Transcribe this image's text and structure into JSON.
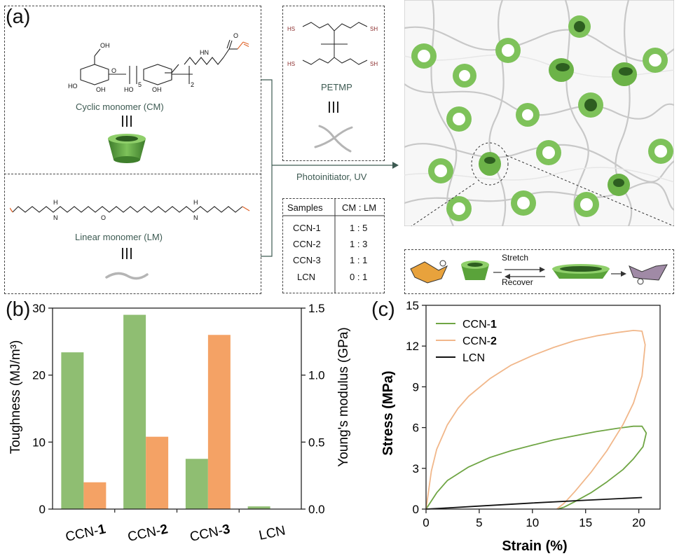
{
  "panel_a": {
    "letter": "(a)",
    "cyclic_monomer_label": "Cyclic monomer (CM)",
    "linear_monomer_label": "Linear monomer (LM)",
    "crosslinker_label": "PETMP",
    "reaction_label": "Photoinitiator, UV",
    "stretch_label": "Stretch",
    "recover_label": "Recover",
    "table": {
      "headers": [
        "Samples",
        "CM : LM"
      ],
      "rows": [
        [
          "CCN-1",
          "1 : 5"
        ],
        [
          "CCN-2",
          "1 : 3"
        ],
        [
          "CCN-3",
          "1 : 1"
        ],
        [
          "LCN",
          "0 : 1"
        ]
      ]
    },
    "chem_atoms": {
      "oh_labels": [
        "OH",
        "HO",
        "OH",
        "HO",
        "OH"
      ],
      "o_label": "O",
      "hn_label": "HN",
      "h_label": "H",
      "n_label": "N",
      "sh_label": "SH",
      "hs_label": "HS",
      "subscript_5": "5",
      "subscript_2": "2"
    },
    "colors": {
      "green": "#7ab648",
      "orange": "#e0642a",
      "thiol": "#8b2d2d"
    }
  },
  "chart_data": [
    {
      "panel": "(b)",
      "type": "bar",
      "categories": [
        "CCN-1",
        "CCN-2",
        "CCN-3",
        "LCN"
      ],
      "category_labels": [
        {
          "prefix": "CCN-",
          "bold": "1"
        },
        {
          "prefix": "CCN-",
          "bold": "2"
        },
        {
          "prefix": "CCN-",
          "bold": "3"
        },
        {
          "prefix": "LCN",
          "bold": ""
        }
      ],
      "series": [
        {
          "values": [
            23.4,
            29.0,
            7.5,
            0.4
          ],
          "axis": "left",
          "color": "#8fbe72"
        },
        {
          "values": [
            0.2,
            0.54,
            1.3,
            0.0
          ],
          "axis": "right",
          "color": "#f4a265"
        }
      ],
      "ylabel": "Toughness (MJ/m³)",
      "ylabel_right": "Young's modulus (GPa)",
      "ylim": [
        0,
        30
      ],
      "ylim_right": [
        0,
        1.5
      ],
      "yticks": [
        "0",
        "10",
        "20",
        "30"
      ],
      "yticks_right": [
        "0.0",
        "0.5",
        "1.0",
        "1.5"
      ],
      "grid": false
    },
    {
      "panel": "(c)",
      "type": "line",
      "xlabel": "Strain (%)",
      "ylabel": "Stress (MPa)",
      "xlim": [
        0,
        22
      ],
      "ylim": [
        0,
        15
      ],
      "xticks": [
        "0",
        "5",
        "10",
        "15",
        "20"
      ],
      "yticks": [
        "0",
        "3",
        "6",
        "9",
        "12",
        "15"
      ],
      "legend_position": "top-left",
      "legend": [
        {
          "prefix": "CCN-",
          "bold": "1",
          "color": "#6fa544"
        },
        {
          "prefix": "CCN-",
          "bold": "2",
          "color": "#f1b78a"
        },
        {
          "prefix": "LCN",
          "bold": "",
          "color": "#111111"
        }
      ],
      "series": [
        {
          "color": "#6fa544",
          "x": [
            0,
            1,
            2,
            4,
            6,
            8,
            10,
            12,
            14,
            16,
            18,
            19.5,
            20.3,
            20.7,
            20.4,
            19.5,
            18.5,
            17,
            15.5,
            14,
            13,
            12.4
          ],
          "y": [
            0,
            1.2,
            2.1,
            3.1,
            3.8,
            4.3,
            4.7,
            5.1,
            5.4,
            5.7,
            5.95,
            6.1,
            6.1,
            5.6,
            4.6,
            3.7,
            2.9,
            2.0,
            1.2,
            0.55,
            0.15,
            0
          ]
        },
        {
          "color": "#f1b78a",
          "x": [
            0,
            0.5,
            1,
            2,
            3,
            4,
            6,
            8,
            10,
            12,
            14,
            16,
            18,
            19.5,
            20.3,
            20.6,
            20.3,
            19.5,
            18.5,
            17,
            15.5,
            14,
            13,
            12.3
          ],
          "y": [
            0,
            2.8,
            4.4,
            6.2,
            7.4,
            8.3,
            9.6,
            10.6,
            11.3,
            11.9,
            12.4,
            12.75,
            13.0,
            13.15,
            13.1,
            12.1,
            9.8,
            7.8,
            6.2,
            4.3,
            2.7,
            1.3,
            0.45,
            0
          ]
        },
        {
          "color": "#111111",
          "x": [
            0,
            2,
            5,
            10,
            15,
            20.3
          ],
          "y": [
            0,
            0.08,
            0.22,
            0.45,
            0.65,
            0.85
          ]
        }
      ],
      "grid": false
    }
  ]
}
